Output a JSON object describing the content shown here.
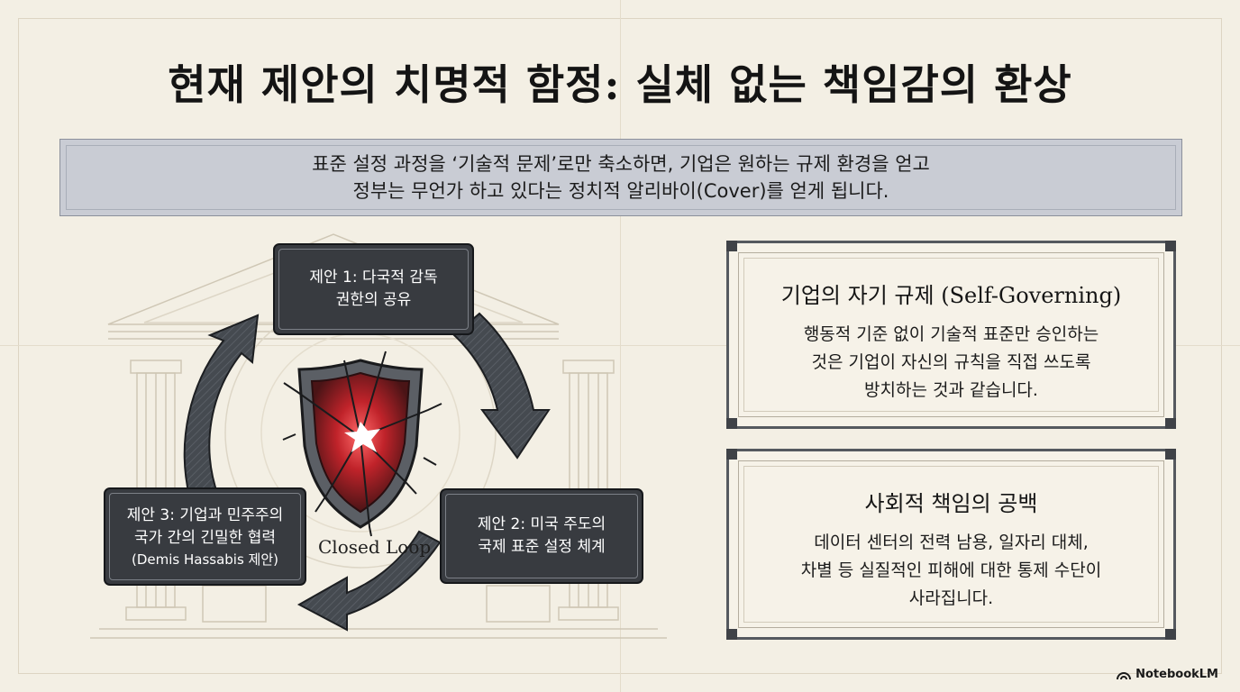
{
  "title": "현재 제안의 치명적 함정: 실체 없는 책임감의 환상",
  "banner": {
    "line1": "표준 설정 과정을 ‘기술적 문제’로만 축소하면, 기업은 원하는 규제 환경을 얻고",
    "line2": "정부는 무언가 하고 있다는 정치적 알리바이(Cover)를 얻게 됩니다."
  },
  "cycle": {
    "proposal1": {
      "line1": "제안 1: 다국적 감독",
      "line2": "권한의 공유"
    },
    "proposal2": {
      "line1": "제안 2: 미국 주도의",
      "line2": "국제 표준 설정 체계"
    },
    "proposal3": {
      "line1": "제안 3: 기업과 민주주의",
      "line2": "국가 간의 긴밀한 협력",
      "line3": "(Demis Hassabis 제안)"
    },
    "center_label": "Closed Loop",
    "center_icon": "cracked-shield-icon"
  },
  "cards": [
    {
      "title": "기업의 자기 규제 (Self-Governing)",
      "lines": [
        "행동적 기준 없이 기술적 표준만 승인하는",
        "것은 기업이 자신의 규칙을 직접 쓰도록",
        "방치하는 것과 같습니다."
      ]
    },
    {
      "title": "사회적 책임의 공백",
      "lines": [
        "데이터 센터의 전력 남용, 일자리 대체,",
        "차별 등 실질적인 피해에 대한 통제 수단이",
        "사라집니다."
      ]
    }
  ],
  "branding": {
    "label": "NotebookLM",
    "icon": "notebooklm-logo-icon"
  },
  "colors": {
    "background": "#f3efe4",
    "banner": "#c9ccd4",
    "node": "#383b40",
    "shield_red": "#c0232a",
    "arrow": "#3a3d42"
  }
}
